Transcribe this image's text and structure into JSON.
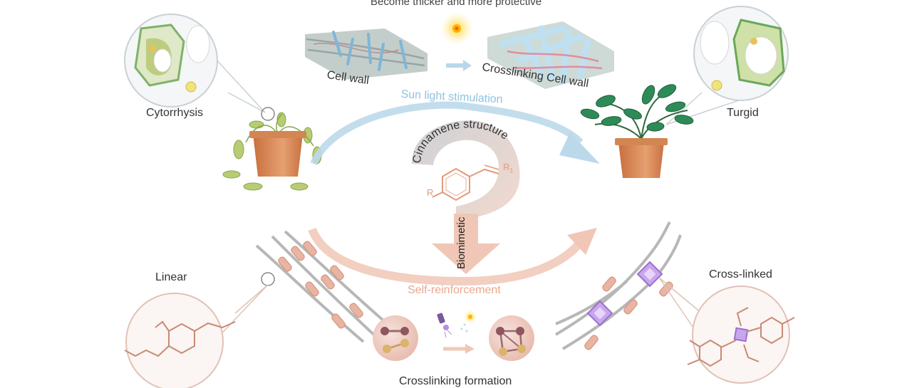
{
  "labels": {
    "top": "Become thicker and more protective",
    "cytorrhysis": "Cytorrhysis",
    "turgid": "Turgid",
    "cell_wall": "Cell wall",
    "crosslinking_cell_wall": "Crosslinking Cell wall",
    "sun_light": "Sun light stimulation",
    "cinnamene": "Cinnamene structure",
    "biomimetic": "Biomimetic",
    "self_reinforcement": "Self-reinforcement",
    "linear": "Linear",
    "cross_linked": "Cross-linked",
    "crosslinking_formation": "Crosslinking formation",
    "r": "R",
    "r1": "R",
    "r1_sub": "1"
  },
  "colors": {
    "blue_arrow": "#bcd9ea",
    "pink_arrow": "#f0c7b6",
    "purple_node": "#b48ee0",
    "salmon": "#e9a88c",
    "leaf_green": "#2e8b57",
    "pot": "#d98a57"
  }
}
